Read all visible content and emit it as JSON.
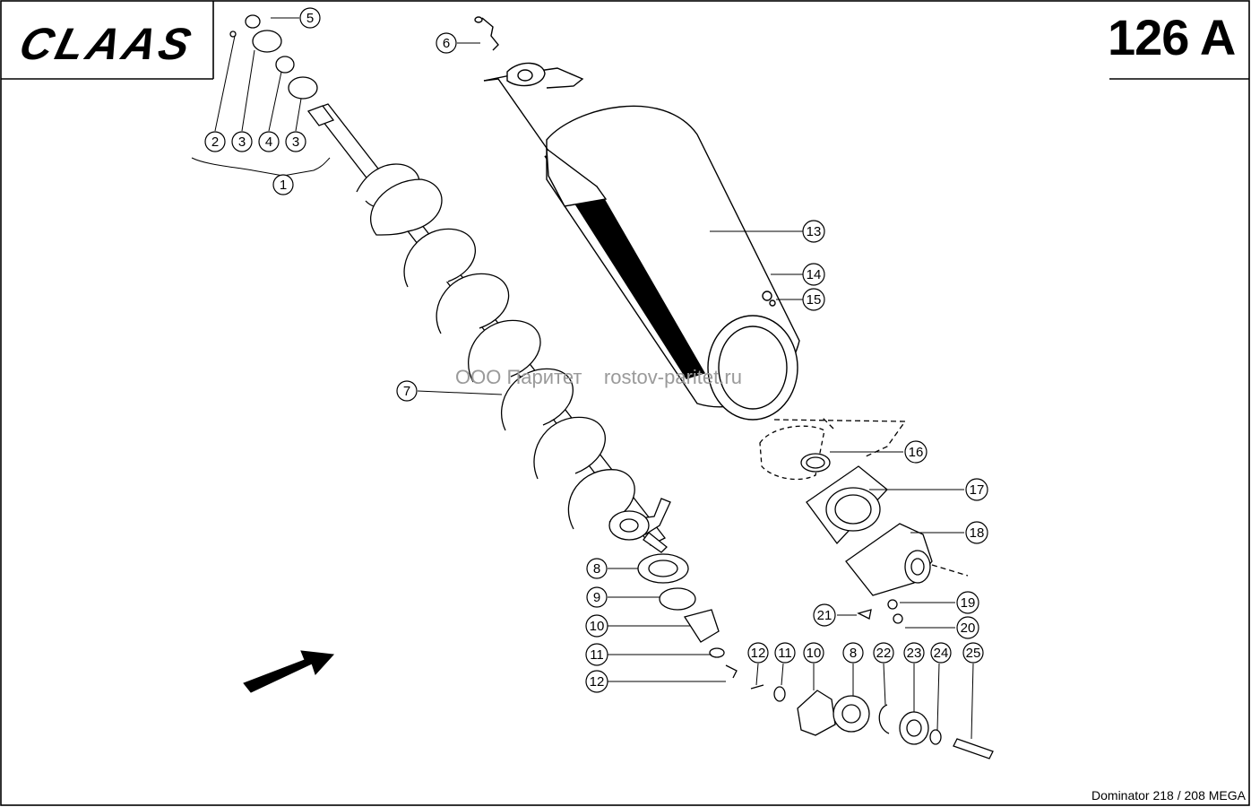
{
  "brand": {
    "name": "CLAAS"
  },
  "header": {
    "page_number": "126 A"
  },
  "footer": {
    "model": "Dominator 218 / 208 MEGA"
  },
  "watermark": {
    "text": "ООО Паритет    rostov-paritet.ru"
  },
  "callouts": [
    {
      "id": "c5",
      "label": "5"
    },
    {
      "id": "c6",
      "label": "6"
    },
    {
      "id": "c2",
      "label": "2"
    },
    {
      "id": "c3a",
      "label": "3"
    },
    {
      "id": "c4",
      "label": "4"
    },
    {
      "id": "c3b",
      "label": "3"
    },
    {
      "id": "c1",
      "label": "1"
    },
    {
      "id": "c13",
      "label": "13"
    },
    {
      "id": "c14",
      "label": "14"
    },
    {
      "id": "c15",
      "label": "15"
    },
    {
      "id": "c7",
      "label": "7"
    },
    {
      "id": "c16",
      "label": "16"
    },
    {
      "id": "c17",
      "label": "17"
    },
    {
      "id": "c18",
      "label": "18"
    },
    {
      "id": "c8a",
      "label": "8"
    },
    {
      "id": "c9",
      "label": "9"
    },
    {
      "id": "c10a",
      "label": "10"
    },
    {
      "id": "c11a",
      "label": "11"
    },
    {
      "id": "c12a",
      "label": "12"
    },
    {
      "id": "c19",
      "label": "19"
    },
    {
      "id": "c21",
      "label": "21"
    },
    {
      "id": "c20",
      "label": "20"
    },
    {
      "id": "c12b",
      "label": "12"
    },
    {
      "id": "c11b",
      "label": "11"
    },
    {
      "id": "c10b",
      "label": "10"
    },
    {
      "id": "c8b",
      "label": "8"
    },
    {
      "id": "c22",
      "label": "22"
    },
    {
      "id": "c23",
      "label": "23"
    },
    {
      "id": "c24",
      "label": "24"
    },
    {
      "id": "c25",
      "label": "25"
    }
  ]
}
